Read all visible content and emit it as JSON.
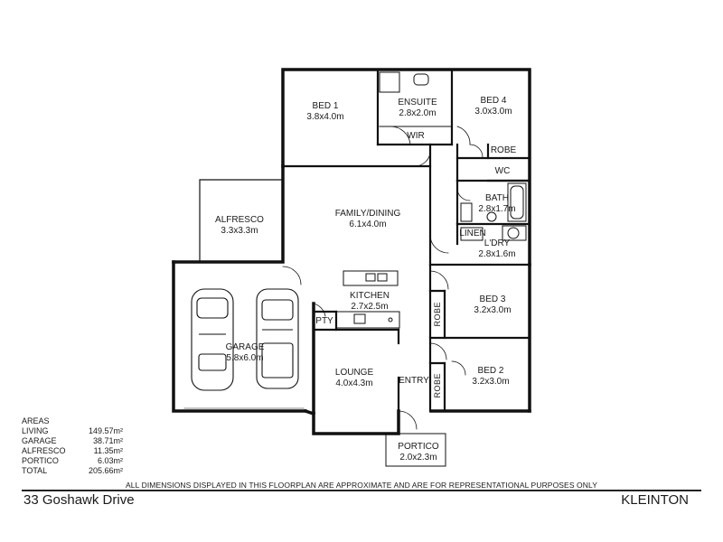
{
  "rooms": {
    "bed1": {
      "name": "BED 1",
      "size": "3.8x4.0m"
    },
    "ensuite": {
      "name": "ENSUITE",
      "size": "2.8x2.0m"
    },
    "wir": {
      "name": "WIR"
    },
    "bed4": {
      "name": "BED 4",
      "size": "3.0x3.0m"
    },
    "robe4": {
      "name": "ROBE"
    },
    "wc": {
      "name": "WC"
    },
    "bath": {
      "name": "BATH",
      "size": "2.8x1.7m"
    },
    "linen": {
      "name": "LINEN"
    },
    "ldry": {
      "name": "L'DRY",
      "size": "2.8x1.6m"
    },
    "family": {
      "name": "FAMILY/DINING",
      "size": "6.1x4.0m"
    },
    "alfresco": {
      "name": "ALFRESCO",
      "size": "3.3x3.3m"
    },
    "kitchen": {
      "name": "KITCHEN",
      "size": "2.7x2.5m"
    },
    "pty": {
      "name": "PTY"
    },
    "bed3": {
      "name": "BED 3",
      "size": "3.2x3.0m"
    },
    "robe3": {
      "name": "ROBE"
    },
    "garage": {
      "name": "GARAGE",
      "size": "5.8x6.0m"
    },
    "lounge": {
      "name": "LOUNGE",
      "size": "4.0x4.3m"
    },
    "entry": {
      "name": "ENTRY"
    },
    "bed2": {
      "name": "BED 2",
      "size": "3.2x3.0m"
    },
    "robe2": {
      "name": "ROBE"
    },
    "portico": {
      "name": "PORTICO",
      "size": "2.0x2.3m"
    }
  },
  "areas": {
    "heading": "AREAS",
    "rows": [
      {
        "label": "LIVING",
        "value": "149.57m²"
      },
      {
        "label": "GARAGE",
        "value": "38.71m²"
      },
      {
        "label": "ALFRESCO",
        "value": "11.35m²"
      },
      {
        "label": "PORTICO",
        "value": "6.03m²"
      },
      {
        "label": "TOTAL",
        "value": "205.66m²"
      }
    ]
  },
  "disclaimer": "ALL DIMENSIONS DISPLAYED IN THIS FLOORPLAN ARE APPROXIMATE AND ARE FOR REPRESENTATIONAL PURPOSES ONLY",
  "address": "33 Goshawk Drive",
  "suburb": "KLEINTON"
}
